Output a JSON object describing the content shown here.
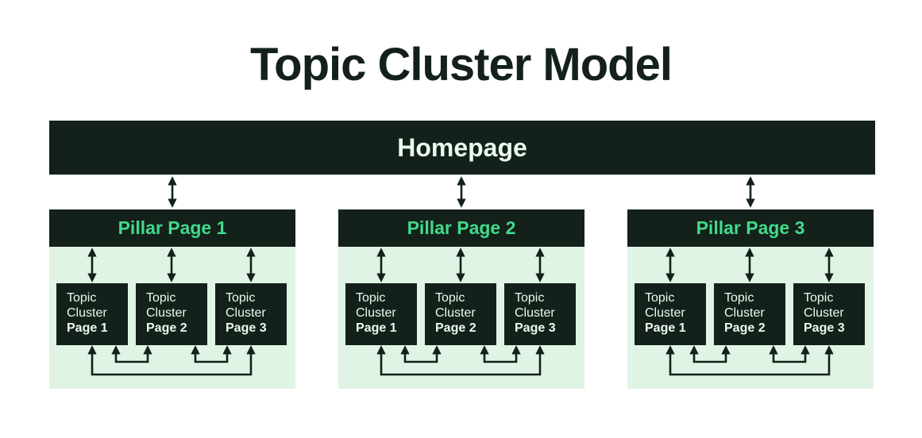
{
  "title": "Topic Cluster Model",
  "homepage": {
    "label": "Homepage"
  },
  "pillars": [
    {
      "label": "Pillar Page 1",
      "topics": [
        {
          "name": "Topic Cluster",
          "page": "Page 1"
        },
        {
          "name": "Topic Cluster",
          "page": "Page 2"
        },
        {
          "name": "Topic Cluster",
          "page": "Page 3"
        }
      ]
    },
    {
      "label": "Pillar Page 2",
      "topics": [
        {
          "name": "Topic Cluster",
          "page": "Page 1"
        },
        {
          "name": "Topic Cluster",
          "page": "Page 2"
        },
        {
          "name": "Topic Cluster",
          "page": "Page 3"
        }
      ]
    },
    {
      "label": "Pillar Page 3",
      "topics": [
        {
          "name": "Topic Cluster",
          "page": "Page 1"
        },
        {
          "name": "Topic Cluster",
          "page": "Page 2"
        },
        {
          "name": "Topic Cluster",
          "page": "Page 3"
        }
      ]
    }
  ],
  "colors": {
    "dark": "#13211a",
    "light": "#dff4e4",
    "accent": "#41da8a",
    "pale": "#ebf9f0"
  }
}
